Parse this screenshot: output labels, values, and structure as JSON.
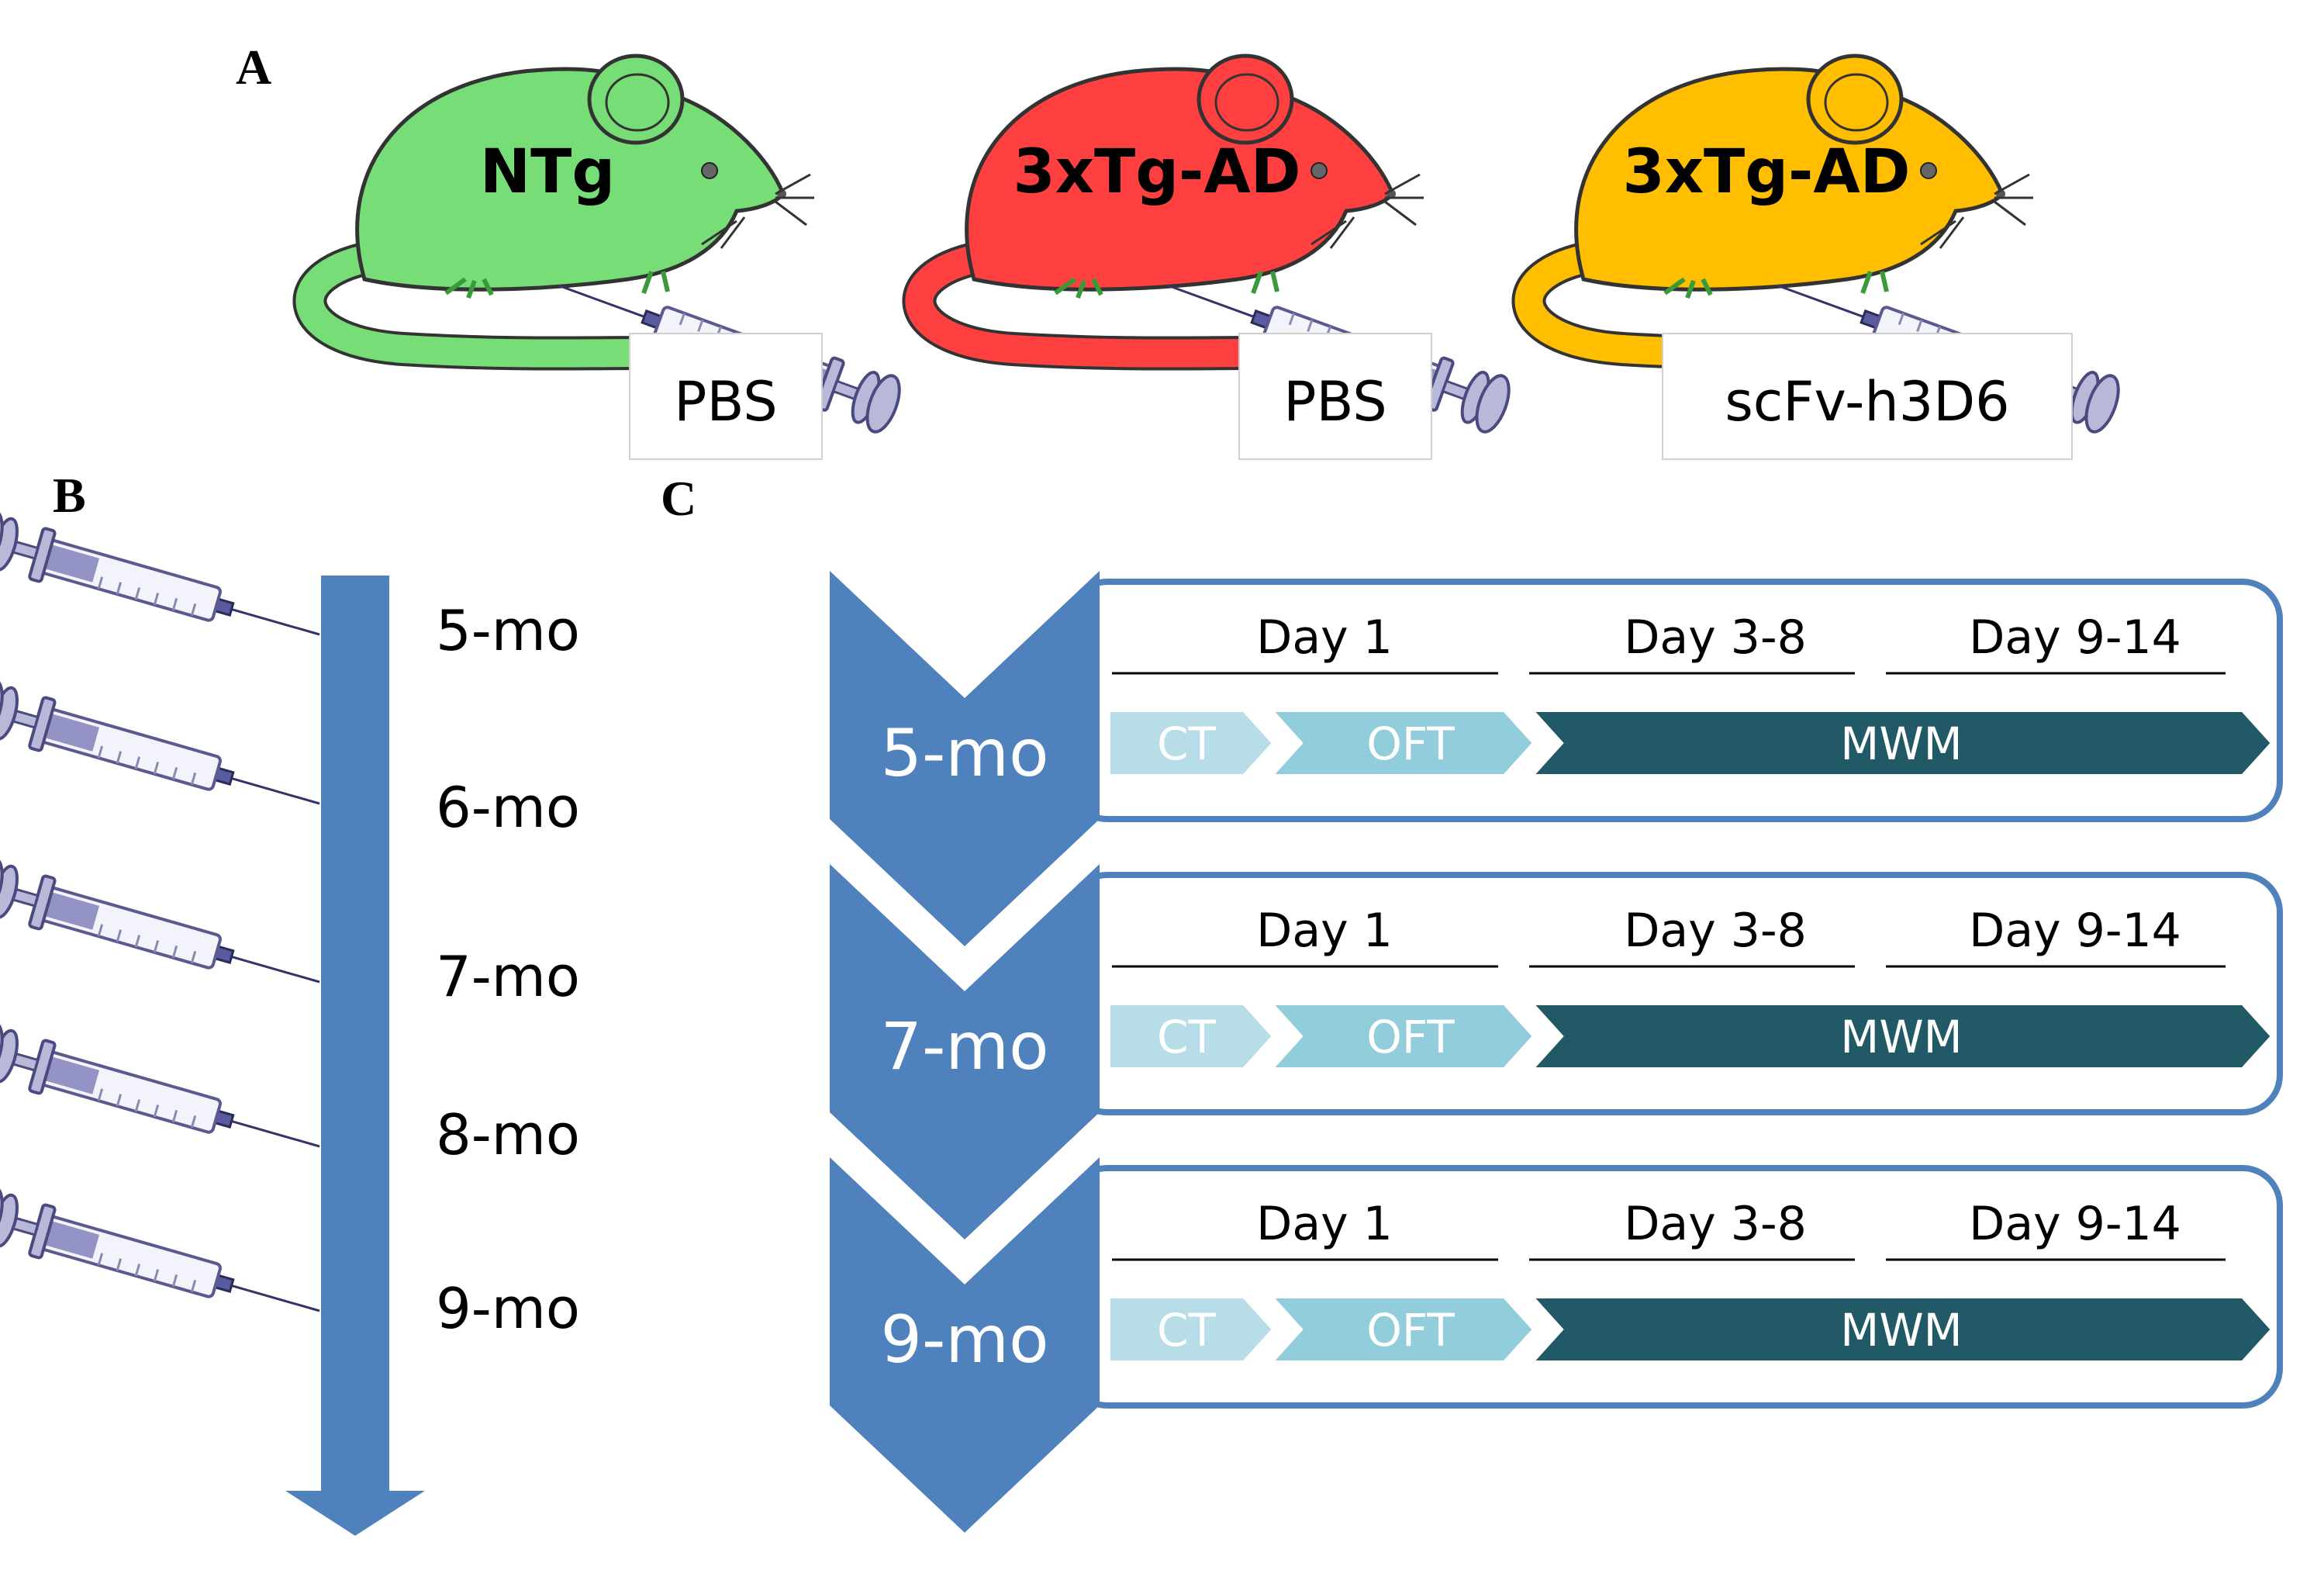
{
  "panels": {
    "a": "A",
    "b": "B",
    "c": "C"
  },
  "groups": [
    {
      "label": "NTg",
      "treatment": "PBS",
      "color": "#77dd77"
    },
    {
      "label": "3xTg-AD",
      "treatment": "PBS",
      "color": "#ff4040"
    },
    {
      "label": "3xTg-AD",
      "treatment": "scFv-h3D6",
      "color": "#ffbf00"
    }
  ],
  "injection_months": [
    "5-mo",
    "6-mo",
    "7-mo",
    "8-mo",
    "9-mo"
  ],
  "test_sessions": [
    {
      "age": "5-mo",
      "days": [
        "Day 1",
        "Day 3-8",
        "Day 9-14"
      ],
      "tests": [
        "CT",
        "OFT",
        "MWM"
      ]
    },
    {
      "age": "7-mo",
      "days": [
        "Day 1",
        "Day 3-8",
        "Day 9-14"
      ],
      "tests": [
        "CT",
        "OFT",
        "MWM"
      ]
    },
    {
      "age": "9-mo",
      "days": [
        "Day 1",
        "Day 3-8",
        "Day 9-14"
      ],
      "tests": [
        "CT",
        "OFT",
        "MWM"
      ]
    }
  ],
  "colors": {
    "timeline_blue": "#4f81bd",
    "ct_light": "#b7dde8",
    "oft_mid": "#92cddc",
    "mwm_dark": "#215967"
  }
}
